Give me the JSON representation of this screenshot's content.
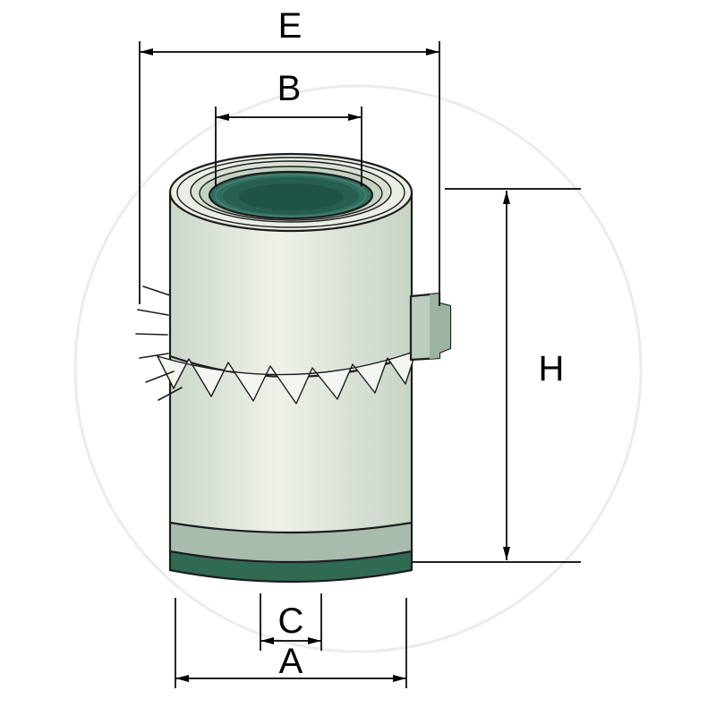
{
  "diagram": {
    "labels": {
      "e": "E",
      "b": "B",
      "h": "H",
      "c": "C",
      "a": "A"
    },
    "colors": {
      "outline": "#1d1d1d",
      "dimension": "#000000",
      "body_edge": "#ccd7ca",
      "body_center": "#eef2ea",
      "body_edge2": "#c7d3c5",
      "rim_top": "#e9eee6",
      "rim_step": "#d8e1d4",
      "rim_inner_step": "#c3d2c1",
      "seal_dark": "#2f6f5f",
      "seal_deep": "#265e50",
      "seal_core": "#1f5348",
      "seal_ring_line": "#4f8274",
      "band_gray_green": "#a8bcae",
      "bottom_rim_green": "#2f6b52",
      "tab_light": "#bccdbf",
      "tab_dark": "#9cb3a2",
      "pleat_fill": "#f3f6f1",
      "watermark": "#ececec"
    }
  }
}
